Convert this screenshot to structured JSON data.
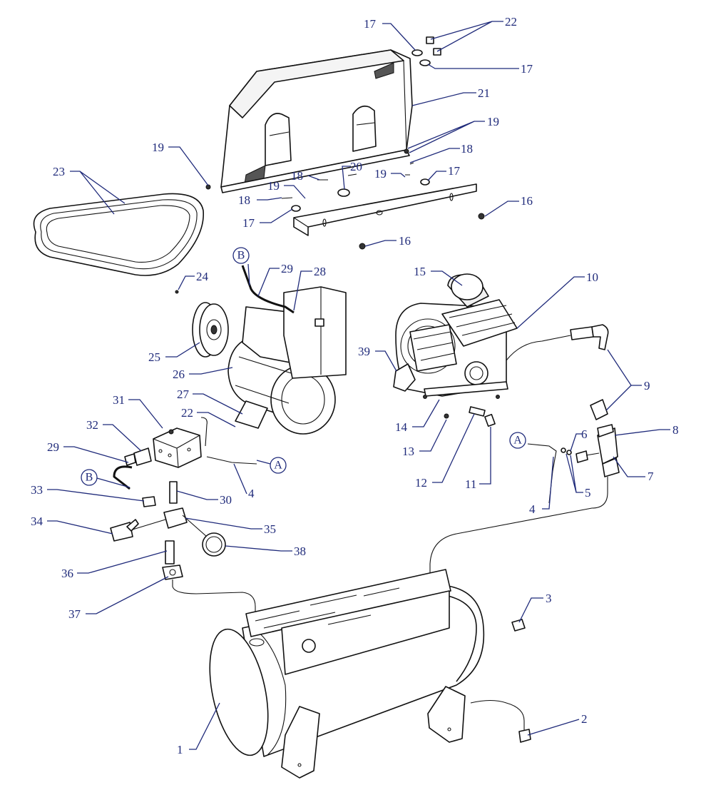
{
  "diagram": {
    "callouts": [
      "1",
      "2",
      "3",
      "4",
      "4",
      "5",
      "6",
      "7",
      "8",
      "9",
      "10",
      "11",
      "12",
      "13",
      "14",
      "15",
      "16",
      "16",
      "17",
      "17",
      "17",
      "17",
      "18",
      "18",
      "18",
      "19",
      "19",
      "19",
      "19",
      "20",
      "21",
      "22",
      "22",
      "23",
      "24",
      "25",
      "26",
      "27",
      "28",
      "29",
      "29",
      "30",
      "31",
      "32",
      "33",
      "34",
      "35",
      "36",
      "37",
      "38",
      "39"
    ],
    "references": [
      "A",
      "A",
      "B",
      "B"
    ]
  },
  "colors": {
    "line": "#111111",
    "callout": "#1f2a7a"
  }
}
